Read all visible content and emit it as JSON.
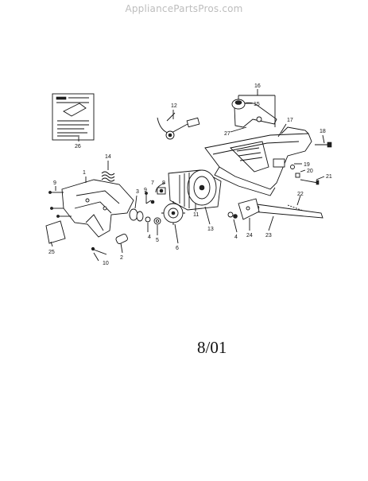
{
  "watermark": "AppliancePartsPros.com",
  "date_code": "8/01",
  "callouts": [
    "1",
    "2",
    "3",
    "4",
    "4",
    "5",
    "6",
    "7",
    "8",
    "9",
    "9",
    "10",
    "11",
    "12",
    "13",
    "14",
    "15",
    "16",
    "17",
    "18",
    "19",
    "20",
    "21",
    "22",
    "23",
    "24",
    "25",
    "26",
    "27"
  ]
}
